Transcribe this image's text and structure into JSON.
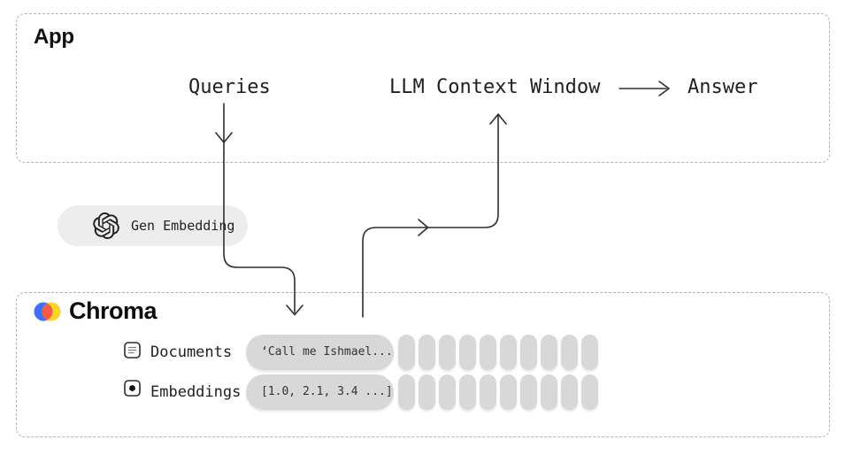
{
  "diagram": {
    "app": {
      "title": "App",
      "queries_label": "Queries",
      "context_window_label": "LLM Context Window",
      "answer_label": "Answer"
    },
    "gen_embedding": {
      "label": "Gen Embedding",
      "icon": "openai-logo-icon"
    },
    "chroma": {
      "title": "Chroma",
      "logo": "chroma-logo-icon",
      "rows": [
        {
          "icon": "document-icon",
          "label": "Documents",
          "value": "‘Call me Ishmael...",
          "vector_cells": 10
        },
        {
          "icon": "embedding-icon",
          "label": "Embeddings",
          "value": "[1.0, 2.1, 3.4 ...]",
          "vector_cells": 10
        }
      ]
    },
    "arrows": [
      {
        "name": "queries-to-chroma",
        "from": "Queries",
        "to": "Chroma"
      },
      {
        "name": "chroma-to-context",
        "from": "Chroma",
        "to": "LLM Context Window"
      },
      {
        "name": "context-to-answer",
        "from": "LLM Context Window",
        "to": "Answer"
      }
    ],
    "colors": {
      "dashed_border": "#b3b3b3",
      "arrow": "#2e2e2e",
      "pill_gray": "#d8d8d8",
      "pill_light": "#ededed",
      "text": "#1a1a1a",
      "chroma_blue": "#3b72f6",
      "chroma_yellow": "#ffd524",
      "chroma_red": "#f55c47",
      "openai_black": "#202123"
    }
  }
}
